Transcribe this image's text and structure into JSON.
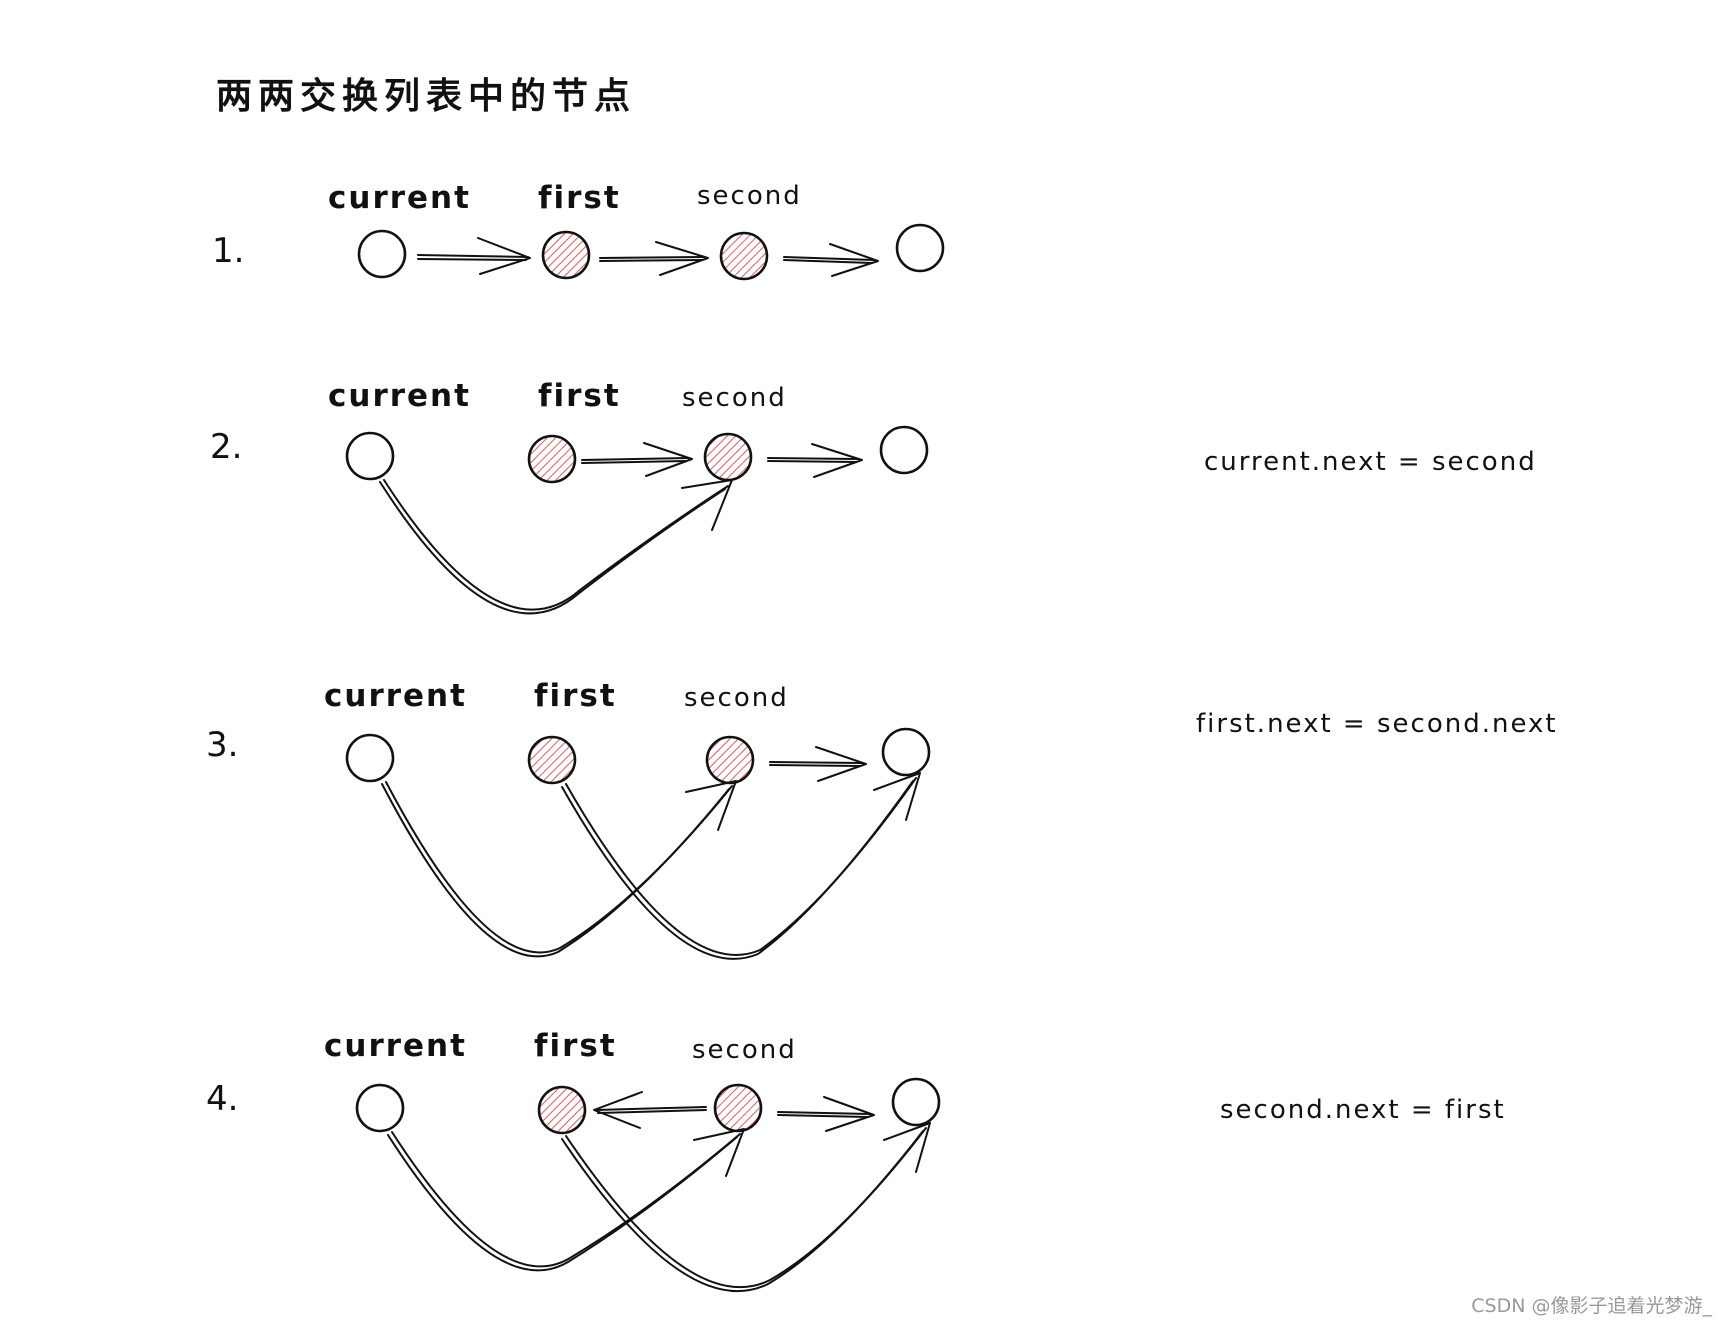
{
  "title": "两两交换列表中的节点",
  "colors": {
    "ink": "#111111",
    "highlight_hatch": "#e05a5a",
    "watermark": "#999999"
  },
  "steps": [
    {
      "number": "1.",
      "labels": {
        "current": "current",
        "first": "first",
        "second": "second"
      },
      "formula": ""
    },
    {
      "number": "2.",
      "labels": {
        "current": "current",
        "first": "first",
        "second": "second"
      },
      "formula": "current.next = second"
    },
    {
      "number": "3.",
      "labels": {
        "current": "current",
        "first": "first",
        "second": "second"
      },
      "formula": "first.next = second.next"
    },
    {
      "number": "4.",
      "labels": {
        "current": "current",
        "first": "first",
        "second": "second"
      },
      "formula": "second.next = first"
    }
  ],
  "watermark": "CSDN @像影子追着光梦游_"
}
